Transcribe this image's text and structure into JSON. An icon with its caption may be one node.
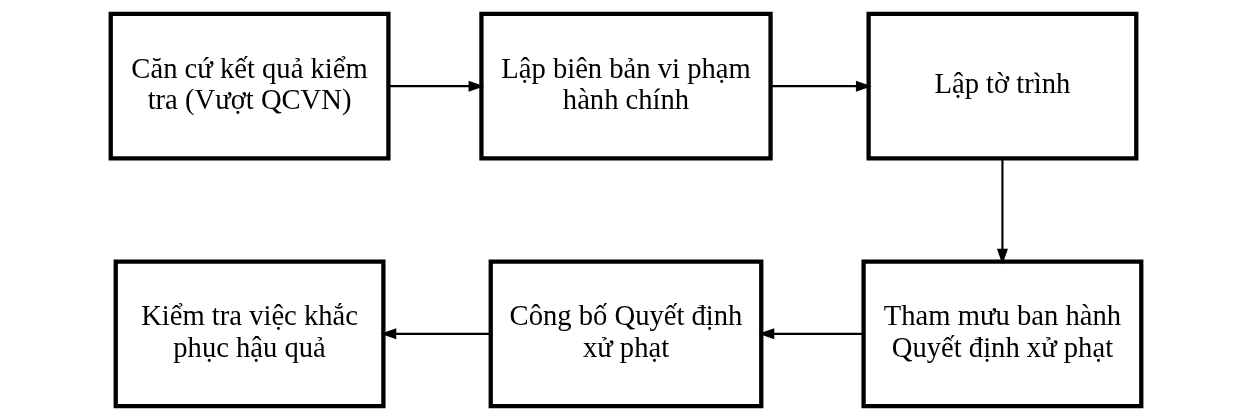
{
  "diagram": {
    "nodes": [
      {
        "text": [
          "Căn cứ kết quả kiểm tra (Vượt QCVN)"
        ]
      },
      {
        "text": [
          "Lập biên bản vi phạm hành chính"
        ]
      },
      {
        "text": [
          "Lập tờ trình"
        ]
      },
      {
        "text": [
          "Tham mưu ban hành Quyết định xử phạt"
        ]
      },
      {
        "text": [
          "Công bố Quyết định xử phạt"
        ]
      },
      {
        "text": [
          "Kiểm tra việc khắc phục hậu quả"
        ]
      }
    ],
    "edges": [
      {
        "from": 0,
        "to": 1,
        "arrow": "to"
      },
      {
        "from": 1,
        "to": 2,
        "arrow": "to"
      },
      {
        "from": 2,
        "to": 3,
        "arrow": "to"
      },
      {
        "from": 3,
        "to": 4,
        "arrow": "to"
      },
      {
        "from": 4,
        "to": 5,
        "arrow": "to"
      }
    ]
  }
}
